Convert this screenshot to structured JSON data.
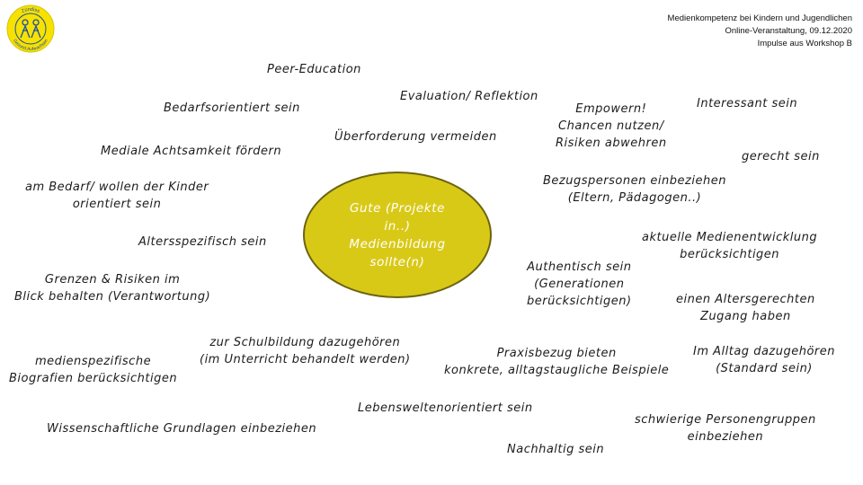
{
  "header": {
    "line1": "Medienkompetenz bei Kindern und Jugendlichen",
    "line2": "Online-Veranstaltung, 09.12.2020",
    "line3": "Impulse aus Workshop B"
  },
  "logo": {
    "top_text": "Zündiss",
    "bottom_text": "Gesund.Aufwachsen",
    "colors": {
      "fill": "#f6e100",
      "ring": "#1f4fa0"
    }
  },
  "center": {
    "text": "Gute (Projekte\nin..)\nMedienbildung\nsollte(n)",
    "color": "#d9c917"
  },
  "items": [
    "Peer-Education",
    "Evaluation/ Reflektion",
    "Bedarfsorientiert sein",
    "Empowern!\nChancen nutzen/\nRisiken abwehren",
    "Interessant sein",
    "Überforderung vermeiden",
    "Mediale Achtsamkeit fördern",
    "gerecht sein",
    "Bezugspersonen einbeziehen\n(Eltern, Pädagogen..)",
    "am Bedarf/ wollen der Kinder\norientiert sein",
    "aktuelle Medienentwicklung\nberücksichtigen",
    "Altersspezifisch sein",
    "Authentisch sein\n(Generationen\nberücksichtigen)",
    "Grenzen & Risiken im\nBlick behalten (Verantwortung)",
    "einen Altersgerechten\nZugang haben",
    "zur Schulbildung dazugehören\n(im Unterricht behandelt werden)",
    "Praxisbezug bieten\nkonkrete, alltagstaugliche Beispiele",
    "Im Alltag dazugehören\n(Standard sein)",
    "medienspezifische\nBiografien berücksichtigen",
    "Lebensweltenorientiert sein",
    "schwierige Personengruppen\neinbeziehen",
    "Wissenschaftliche Grundlagen einbeziehen",
    "Nachhaltig sein"
  ]
}
